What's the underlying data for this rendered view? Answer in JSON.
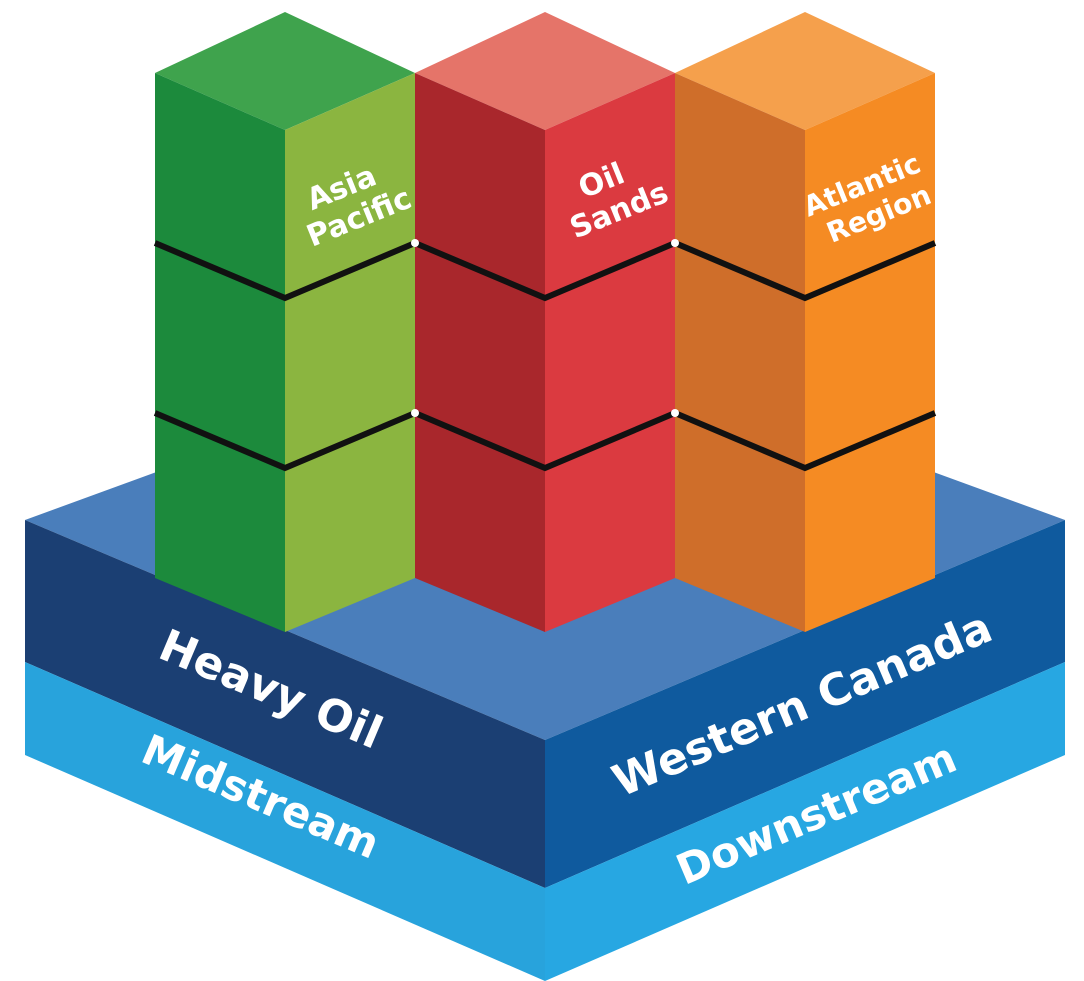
{
  "base": {
    "left_upper_label": "Heavy Oil",
    "left_lower_label": "Midstream",
    "right_upper_label": "Western Canada",
    "right_lower_label": "Downstream"
  },
  "columns": [
    {
      "label_line1": "Asia",
      "label_line2": "Pacific"
    },
    {
      "label_line1": "Oil",
      "label_line2": "Sands"
    },
    {
      "label_line1": "Atlantic",
      "label_line2": "Region"
    }
  ],
  "colors": {
    "base_top": "#4a7ebb",
    "base_dark_left": "#1b3f73",
    "base_dark_right": "#0f5a9e",
    "base_light_left": "#28a3dc",
    "base_light_right": "#27a7e2",
    "green_top": "#3fa34d",
    "green_left": "#1c8a3c",
    "green_right": "#8bb540",
    "red_top": "#e57469",
    "red_left": "#a9272c",
    "red_right": "#db3a40",
    "orange_top": "#f5a04c",
    "orange_left": "#cf6e2a",
    "orange_right": "#f58b23"
  }
}
